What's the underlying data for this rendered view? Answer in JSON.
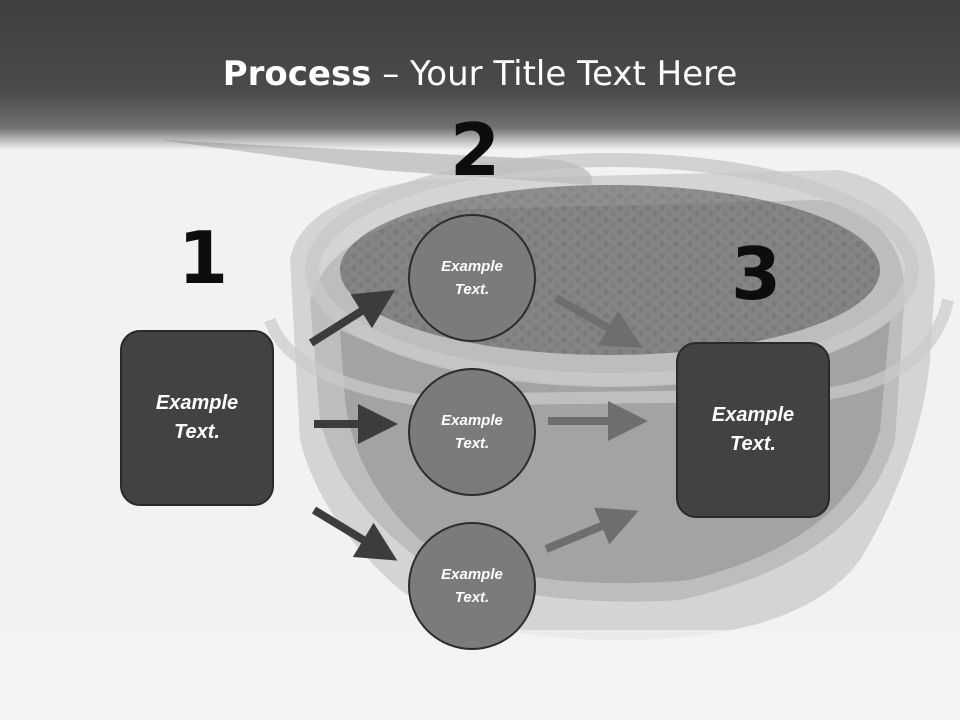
{
  "title": {
    "bold": "Process",
    "rest": " – Your Title Text Here"
  },
  "steps": [
    {
      "number": "1",
      "text": "Example Text."
    },
    {
      "number": "2",
      "text": "Example Text."
    },
    {
      "number": "3",
      "text": "Example Text."
    }
  ],
  "middle_items": [
    {
      "text": "Example Text."
    },
    {
      "text": "Example Text."
    },
    {
      "text": "Example Text."
    }
  ],
  "colors": {
    "header": "#3f3f41",
    "box": "#424244",
    "circle": "#7b7b7b",
    "arrow_dark": "#3c3c3e",
    "arrow_light": "#6e6e70"
  },
  "background_image": "caviar-jar"
}
